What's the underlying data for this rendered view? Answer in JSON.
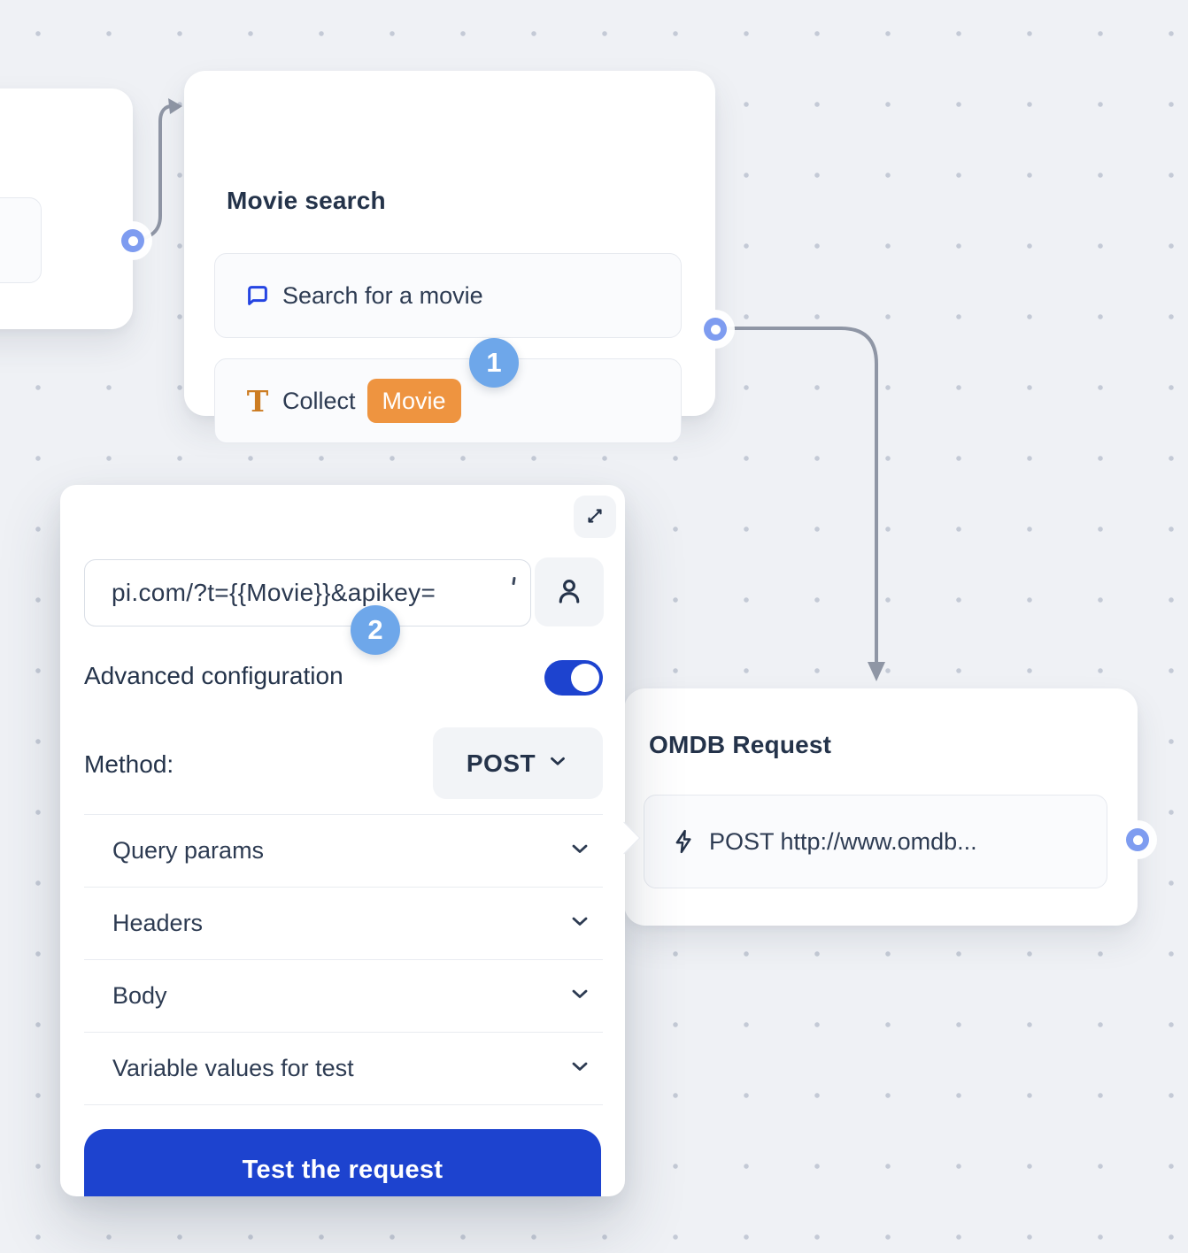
{
  "movie_search_node": {
    "title": "Movie search",
    "items": [
      {
        "icon": "chat-bubble-icon",
        "label": "Search for a movie"
      },
      {
        "icon": "text-input-icon",
        "label": "Collect",
        "variable_tag": "Movie"
      }
    ]
  },
  "omdb_node": {
    "title": "OMDB Request",
    "item": {
      "icon": "lightning-icon",
      "label": "POST http://www.omdb..."
    }
  },
  "config_panel": {
    "url_input": {
      "value": "pi.com/?t={{Movie}}&apikey="
    },
    "advanced_configuration": {
      "label": "Advanced configuration",
      "enabled": true
    },
    "method": {
      "label": "Method:",
      "value": "POST"
    },
    "sections": [
      {
        "label": "Query params"
      },
      {
        "label": "Headers"
      },
      {
        "label": "Body"
      },
      {
        "label": "Variable values for test"
      }
    ],
    "test_button_label": "Test the request"
  },
  "annotations": {
    "step_1": "1",
    "step_2": "2"
  },
  "colors": {
    "accent_blue": "#1d43cf",
    "variable_orange": "#ee9440",
    "step_badge_blue": "#6ea7ea",
    "port_blue": "#7e9cf0",
    "connector_gray": "#8f96a5",
    "canvas_background": "#eff1f5"
  }
}
